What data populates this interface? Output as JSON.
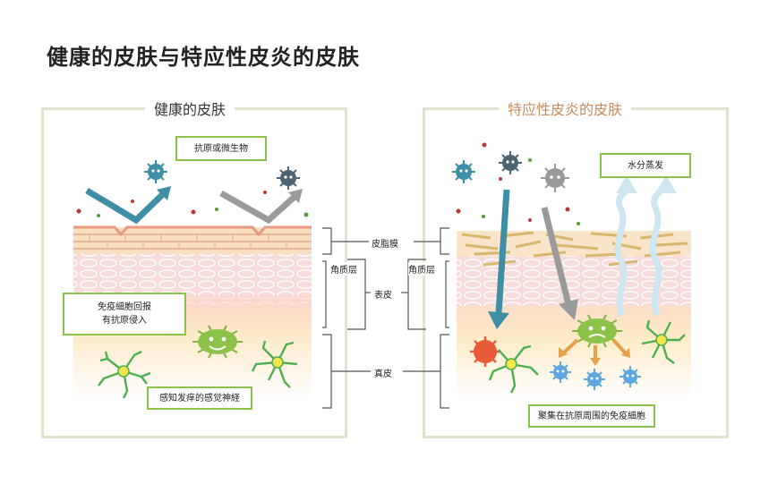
{
  "page_title": "健康的皮肤与特应性皮炎的皮肤",
  "left_panel": {
    "title": "健康的皮肤",
    "label_antigen": "抗原或微生物",
    "label_immune_line1": "免疫細胞回报",
    "label_immune_line2": "有抗原侵入",
    "label_nerve": "感知发痒的感觉神経"
  },
  "right_panel": {
    "title": "特应性皮炎的皮肤",
    "label_water": "水分蒸发",
    "label_gather": "聚集在抗原周围的免疫細胞"
  },
  "layers": {
    "sebum": "皮脂膜",
    "stratum_left": "角质层",
    "stratum_right": "角质层",
    "epidermis": "表皮",
    "dermis": "真皮"
  },
  "colors": {
    "panel_border": "#dde6cc",
    "accent_green": "#8bc34a",
    "teal_arrow": "#3e8ea6",
    "gray_arrow": "#9a9a9a",
    "right_title": "#c98b5a",
    "skin_pink": "#f6d6d6",
    "dermis_yellow": "#fff3cf"
  }
}
